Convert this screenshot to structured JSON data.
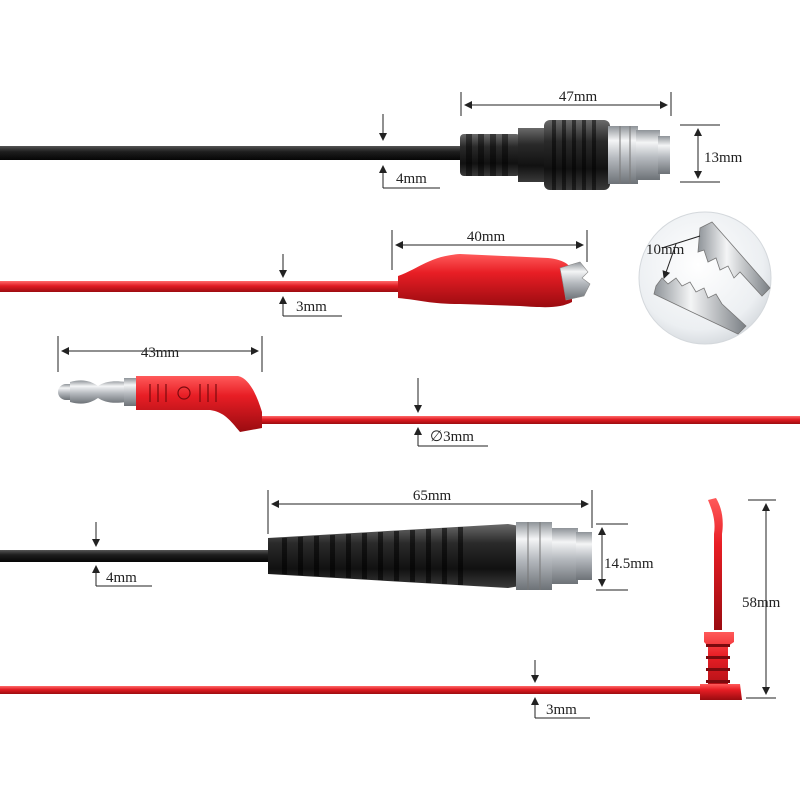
{
  "product": {
    "dimensions": {
      "bnc_connector_length": "47mm",
      "bnc_connector_height": "13mm",
      "bnc_cable_thickness": "4mm",
      "alligator_clip_length": "40mm",
      "clip_jaw_opening": "10mm",
      "alligator_cable_thickness": "3mm",
      "banana_plug_length": "43mm",
      "banana_cable_diameter": "∅3mm",
      "bnc_boot_length": "65mm",
      "bnc_boot_height": "14.5mm",
      "bnc2_cable_thickness": "4mm",
      "hook_probe_length": "58mm",
      "hook_cable_thickness": "3mm"
    },
    "colors": {
      "black_cable": "#1a1a1a",
      "red_cable": "#e01b22",
      "red_dark": "#a80f14",
      "metal": "#c9ccd1",
      "dimension_line": "#222222"
    }
  }
}
